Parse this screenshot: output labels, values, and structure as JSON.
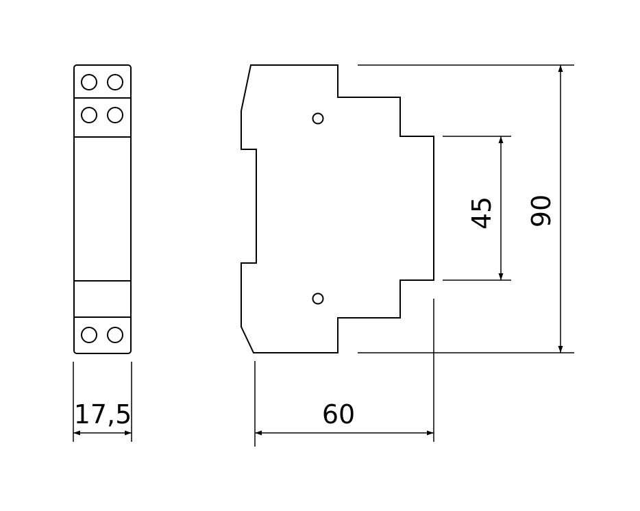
{
  "dimensions": {
    "width": "17,5",
    "depth": "60",
    "mounting_height": "45",
    "total_height": "90"
  },
  "colors": {
    "line": "#000000",
    "background": "#ffffff"
  }
}
